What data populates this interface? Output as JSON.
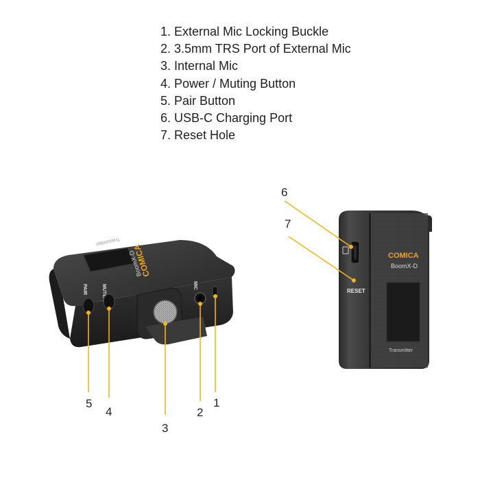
{
  "legend": {
    "items": [
      "1. External Mic Locking Buckle",
      "2. 3.5mm TRS Port of External Mic",
      "3. Internal Mic",
      "4. Power / Muting Button",
      "5. Pair Button",
      "6. USB-C Charging Port",
      "7. Reset Hole"
    ]
  },
  "callouts": {
    "n1": "1",
    "n2": "2",
    "n3": "3",
    "n4": "4",
    "n5": "5",
    "n6": "6",
    "n7": "7"
  },
  "device_left": {
    "brand": "COMICA",
    "model": "BoomX-D",
    "screen_label": "Transmitter",
    "pair_label": "PAIR",
    "mute_label": "MUTE/⏻",
    "mic_label": "MIC"
  },
  "device_right": {
    "brand": "COMICA",
    "model": "BoomX-D",
    "reset_label": "RESET",
    "screen_label": "Transmitter"
  },
  "colors": {
    "leader_line": "#f2b51c",
    "body_dark": "#2a2a2a",
    "body_mid": "#3b3b3b",
    "brand_orange": "#f0a21a"
  }
}
